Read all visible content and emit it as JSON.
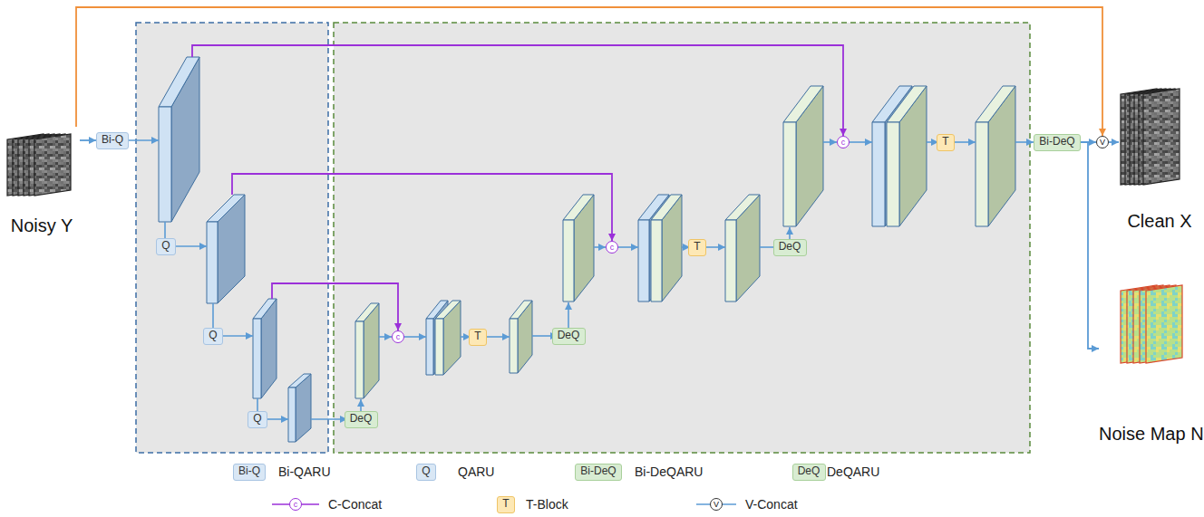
{
  "diagram": {
    "nodes": [
      {
        "text": [
          "Noisy Y"
        ]
      },
      {
        "text": [
          "Bi-Q"
        ]
      },
      {
        "text": [
          "Q"
        ]
      },
      {
        "text": [
          "Q"
        ]
      },
      {
        "text": [
          "Q"
        ]
      },
      {
        "text": [
          "DeQ"
        ]
      },
      {
        "text": [
          "c"
        ]
      },
      {
        "text": [
          "T"
        ]
      },
      {
        "text": [
          "DeQ"
        ]
      },
      {
        "text": [
          "c"
        ]
      },
      {
        "text": [
          "T"
        ]
      },
      {
        "text": [
          "DeQ"
        ]
      },
      {
        "text": [
          "c"
        ]
      },
      {
        "text": [
          "T"
        ]
      },
      {
        "text": [
          "Bi-DeQ"
        ]
      },
      {
        "text": [
          "V"
        ]
      },
      {
        "text": [
          "Clean X"
        ]
      },
      {
        "text": [
          "Noise Map N"
        ]
      }
    ],
    "edges": [
      {
        "from": 0,
        "to": 1,
        "arrow": "to"
      },
      {
        "from": 0,
        "to": 15,
        "arrow": "to"
      },
      {
        "from": 14,
        "to": 15,
        "arrow": "to"
      },
      {
        "from": 15,
        "to": 16,
        "arrow": "to"
      },
      {
        "from": 14,
        "to": 17,
        "arrow": "to"
      }
    ],
    "labels": [
      "Bi-Q",
      "Q",
      "Bi-DeQ",
      "DeQ",
      "c",
      "T",
      "V"
    ],
    "legend": [
      {
        "text": "Bi-QARU"
      },
      {
        "text": "QARU"
      },
      {
        "text": "Bi-DeQARU"
      },
      {
        "text": "DeQARU"
      },
      {
        "text": "C-Concat"
      },
      {
        "text": "T-Block"
      },
      {
        "text": "V-Concat"
      }
    ]
  }
}
